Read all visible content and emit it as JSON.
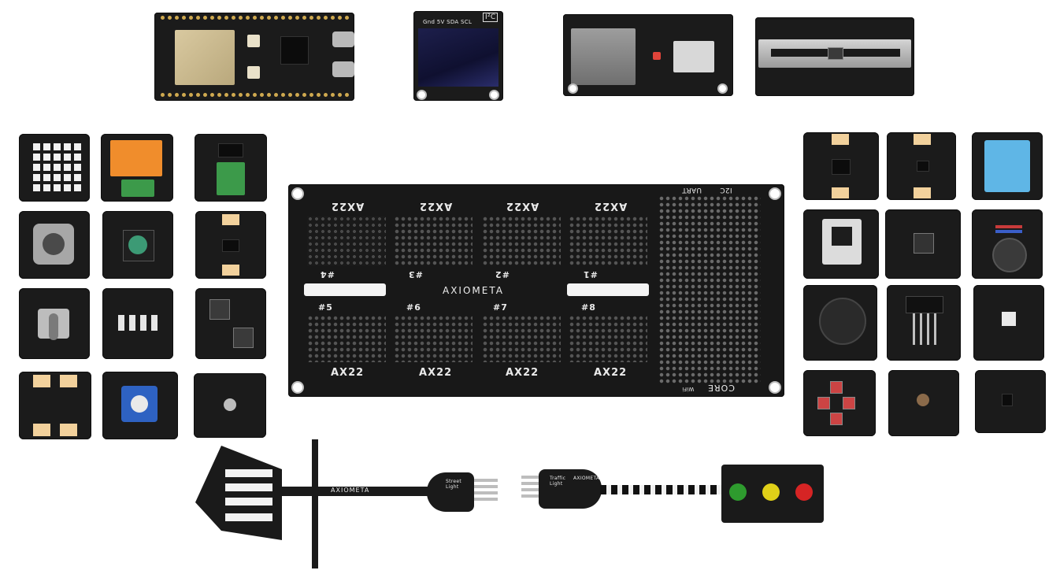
{
  "board": {
    "brand": "AXIOMETA",
    "slot_label": "AX22",
    "slots_top": [
      "#4",
      "#3",
      "#2",
      "#1"
    ],
    "slots_bottom": [
      "#5",
      "#6",
      "#7",
      "#8"
    ],
    "core_label": "CORE",
    "uart_label": "UART",
    "i2c_label": "I2C",
    "wifi_label": "WiFi"
  },
  "top_modules": {
    "oled_label": "I²C",
    "oled_pins": "Gnd 5V SDA SCL"
  },
  "street_light": {
    "brand": "AXIOMETA",
    "label": "Street Light"
  },
  "traffic_light": {
    "brand": "AXIOMETA",
    "label": "Traffic Light",
    "colors": [
      "#2e9b2e",
      "#e0d018",
      "#d62424"
    ]
  }
}
